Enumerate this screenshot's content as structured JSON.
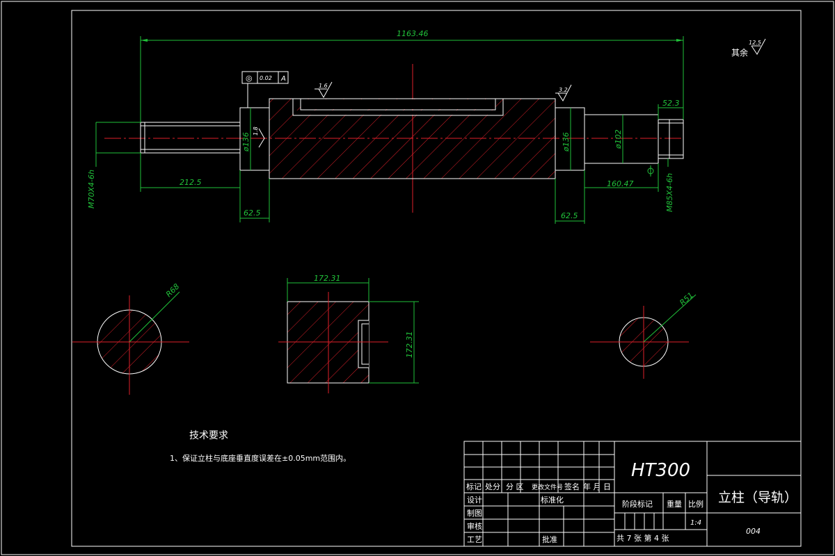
{
  "colors": {
    "background": "#000000",
    "outline": "#ffffff",
    "dimension": "#21c23a",
    "centerline": "#e0202a",
    "text": "#ffffff"
  },
  "surface_finish_general": {
    "label": "其余",
    "value": "12.5"
  },
  "geometric_tolerance": {
    "symbol": "◎",
    "value": "0.02",
    "datum": "A"
  },
  "roughness": {
    "top_slot": "1.6",
    "right_end": "3.2",
    "left_shoulder": "1.8"
  },
  "dimensions": {
    "overall_length": "1163.46",
    "left_shaft_length": "212.5",
    "left_collar": "62.5",
    "right_collar": "62.5",
    "right_shaft_length": "160.47",
    "right_end_length": "52.3",
    "dia_left": "ø136",
    "dia_right": "ø136",
    "dia_shaft": "ø102",
    "thread_left": "M70X4-6h",
    "thread_right": "M85X4-6h",
    "section_width": "172.31",
    "section_height": "172.31",
    "radius_left": "R68",
    "radius_right": "R51"
  },
  "tech_requirements": {
    "title": "技术要求",
    "line1": "1、保证立柱与底座垂直度误差在±0.05mm范围内。"
  },
  "title_block": {
    "material": "HT300",
    "part_name": "立柱（导轨）",
    "drawing_no": "004",
    "scale": "1:4",
    "headers": {
      "mark": "标记",
      "count": "处分",
      "zone": "分 区",
      "change_doc": "更改文件号",
      "sign": "签名",
      "date": "年 月 日"
    },
    "roles": {
      "design": "设计",
      "drafting": "制图",
      "review": "审核",
      "process": "工艺",
      "standardization": "标准化",
      "approval": "批准"
    },
    "stage_mark": "阶段标记",
    "weight": "重量",
    "scale_label": "比例",
    "sheets": "共   7   张   第   4   张"
  }
}
